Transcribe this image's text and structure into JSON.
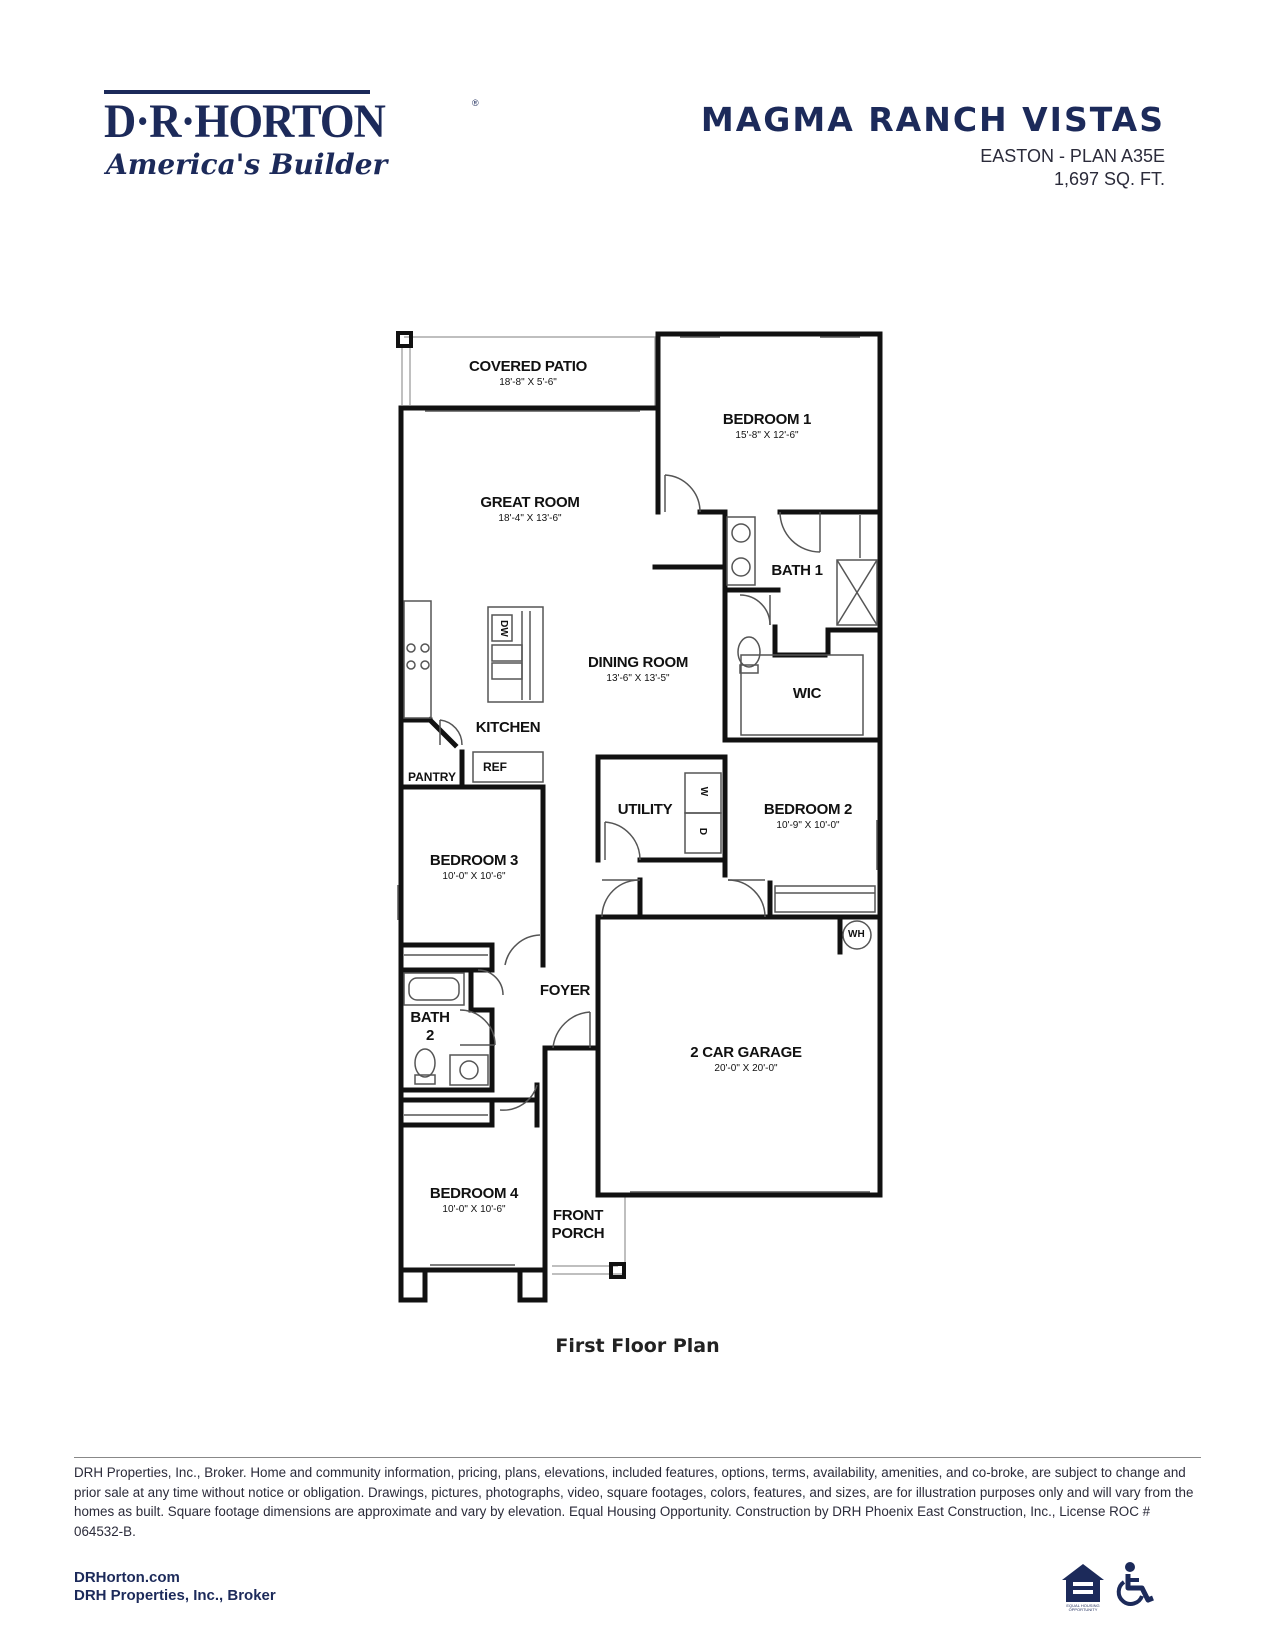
{
  "header": {
    "brand": "D·R·HORTON",
    "brand_mark": "®",
    "tagline": "America's Builder",
    "community": "MAGMA RANCH VISTAS",
    "plan": "EASTON - PLAN A35E",
    "sqft": "1,697 SQ. FT."
  },
  "rooms": {
    "covered_patio": {
      "name": "COVERED PATIO",
      "dims": "18'-8\" X 5'-6\""
    },
    "bedroom1": {
      "name": "BEDROOM 1",
      "dims": "15'-8\" X 12'-6\""
    },
    "great_room": {
      "name": "GREAT ROOM",
      "dims": "18'-4\" X 13'-6\""
    },
    "bath1": {
      "name": "BATH 1"
    },
    "dining_room": {
      "name": "DINING ROOM",
      "dims": "13'-6\" X 13'-5\""
    },
    "wic": {
      "name": "WIC"
    },
    "kitchen": {
      "name": "KITCHEN"
    },
    "pantry": {
      "name": "PANTRY"
    },
    "ref": {
      "name": "REF"
    },
    "utility": {
      "name": "UTILITY"
    },
    "bedroom2": {
      "name": "BEDROOM 2",
      "dims": "10'-9\" X 10'-0\""
    },
    "bedroom3": {
      "name": "BEDROOM 3",
      "dims": "10'-0\" X 10'-6\""
    },
    "wh": {
      "name": "WH"
    },
    "foyer": {
      "name": "FOYER"
    },
    "bath2": {
      "name": "BATH",
      "name2": "2"
    },
    "garage": {
      "name": "2 CAR GARAGE",
      "dims": "20'-0\" X 20'-0\""
    },
    "bedroom4": {
      "name": "BEDROOM 4",
      "dims": "10'-0\" X 10'-6\""
    },
    "front_porch": {
      "name": "FRONT",
      "name2": "PORCH"
    }
  },
  "appliances": {
    "dw": "DW",
    "washer": "W",
    "dryer": "D"
  },
  "plan_title": "First Floor Plan",
  "footer": {
    "disclaimer": "DRH Properties, Inc., Broker. Home and community information, pricing, plans, elevations, included features, options, terms, availability, amenities, and co-broke, are subject to change and prior sale at any time without notice or obligation. Drawings, pictures, photographs, video, square footages, colors, features, and sizes, are for illustration purposes only and will vary from the homes as built. Square footage dimensions are approximate and vary by elevation. Equal Housing Opportunity. Construction by DRH Phoenix East Construction, Inc., License ROC # 064532-B.",
    "website": "DRHorton.com",
    "broker": "DRH Properties, Inc., Broker",
    "eho_text": "EQUAL HOUSING OPPORTUNITY"
  },
  "colors": {
    "brand_navy": "#1c2a5a",
    "wall": "#111111"
  }
}
